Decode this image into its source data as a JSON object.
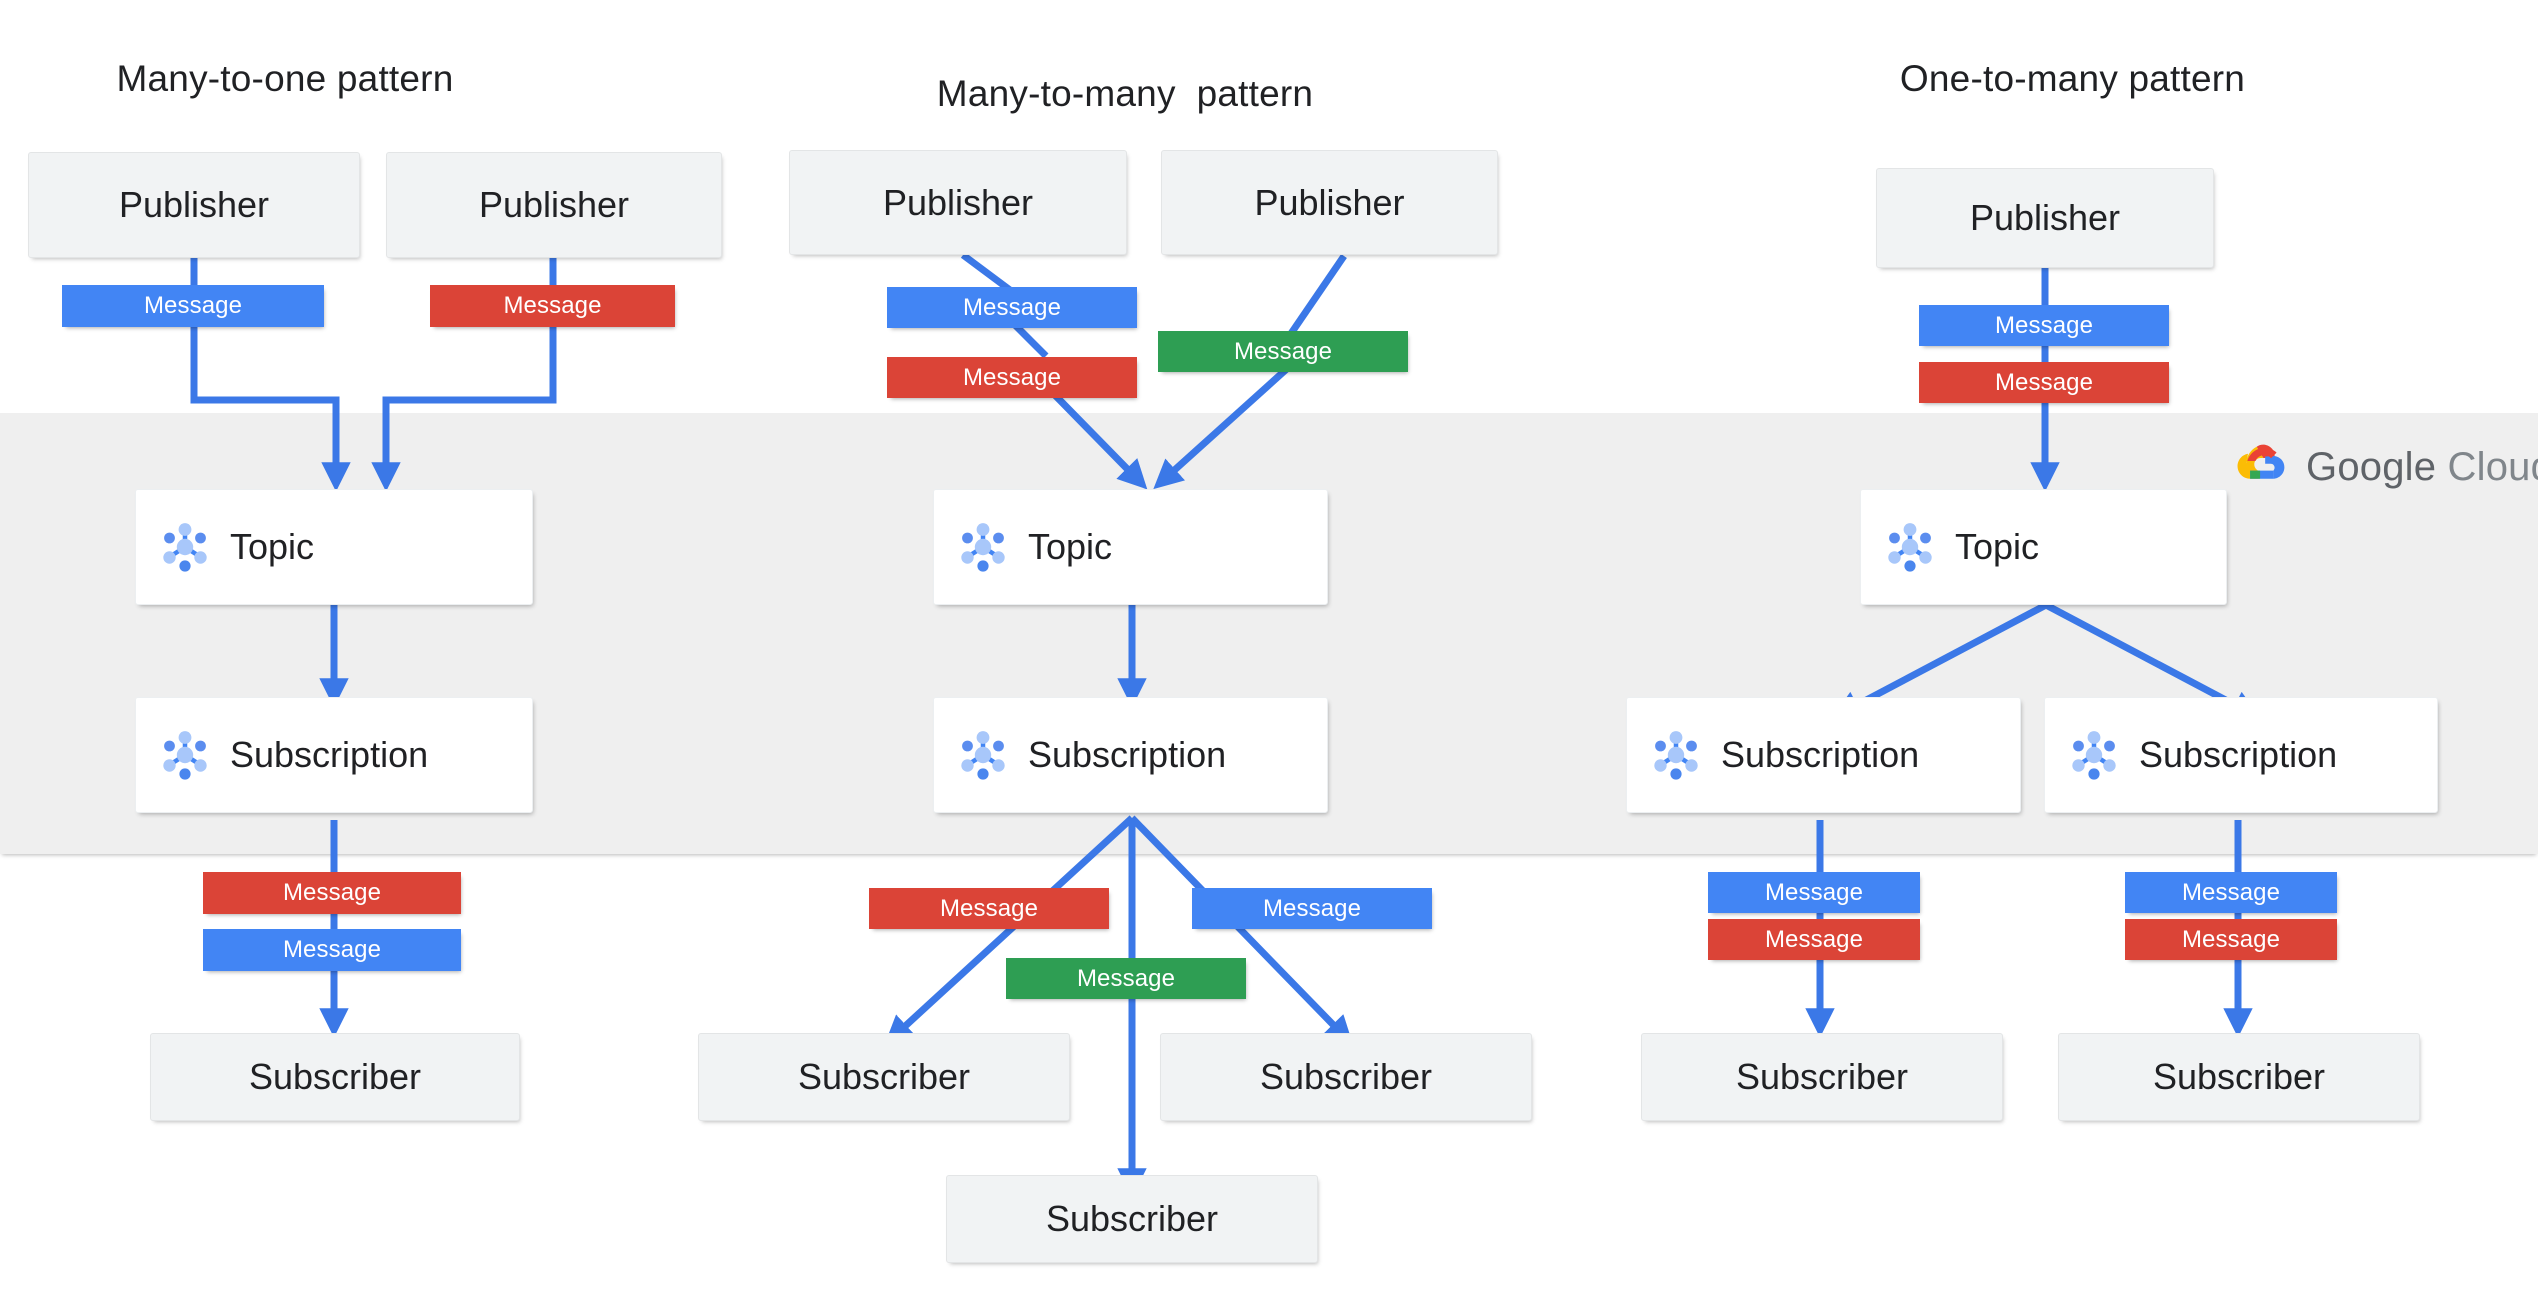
{
  "brand": {
    "logo_name": "google-cloud-logo",
    "word_mark_bold": "Google",
    "word_mark_light": "Cloud",
    "colors": {
      "blue": "#4285F4",
      "red": "#DB4437",
      "green": "#2E9E53",
      "yellow": "#F4B400",
      "band_gray": "#EFEFEF",
      "box_gray": "#F1F3F4",
      "text": "#202124"
    }
  },
  "columns": [
    {
      "key": "many_to_one",
      "title": "Many-to-one pattern",
      "publishers": [
        {
          "label": "Publisher"
        },
        {
          "label": "Publisher"
        }
      ],
      "publish_messages": [
        {
          "label": "Message",
          "color": "blue"
        },
        {
          "label": "Message",
          "color": "red"
        }
      ],
      "topic": {
        "label": "Topic",
        "icon": "pubsub-topic-icon"
      },
      "subscriptions": [
        {
          "label": "Subscription",
          "icon": "pubsub-subscription-icon"
        }
      ],
      "deliver_messages": [
        {
          "label": "Message",
          "color": "red"
        },
        {
          "label": "Message",
          "color": "blue"
        }
      ],
      "subscribers": [
        {
          "label": "Subscriber"
        }
      ]
    },
    {
      "key": "many_to_many",
      "title": "Many-to-many  pattern",
      "publishers": [
        {
          "label": "Publisher"
        },
        {
          "label": "Publisher"
        }
      ],
      "publish_messages": [
        {
          "label": "Message",
          "color": "blue"
        },
        {
          "label": "Message",
          "color": "red"
        },
        {
          "label": "Message",
          "color": "green"
        }
      ],
      "topic": {
        "label": "Topic",
        "icon": "pubsub-topic-icon"
      },
      "subscriptions": [
        {
          "label": "Subscription",
          "icon": "pubsub-subscription-icon"
        }
      ],
      "deliver_messages": [
        {
          "label": "Message",
          "color": "red"
        },
        {
          "label": "Message",
          "color": "blue"
        },
        {
          "label": "Message",
          "color": "green"
        }
      ],
      "subscribers": [
        {
          "label": "Subscriber"
        },
        {
          "label": "Subscriber"
        },
        {
          "label": "Subscriber"
        }
      ]
    },
    {
      "key": "one_to_many",
      "title": "One-to-many pattern",
      "publishers": [
        {
          "label": "Publisher"
        }
      ],
      "publish_messages": [
        {
          "label": "Message",
          "color": "blue"
        },
        {
          "label": "Message",
          "color": "red"
        }
      ],
      "topic": {
        "label": "Topic",
        "icon": "pubsub-topic-icon"
      },
      "subscriptions": [
        {
          "label": "Subscription",
          "icon": "pubsub-subscription-icon"
        },
        {
          "label": "Subscription",
          "icon": "pubsub-subscription-icon"
        }
      ],
      "deliver_messages": [
        {
          "label": "Message",
          "color": "blue"
        },
        {
          "label": "Message",
          "color": "red"
        },
        {
          "label": "Message",
          "color": "blue"
        },
        {
          "label": "Message",
          "color": "red"
        }
      ],
      "subscribers": [
        {
          "label": "Subscriber"
        },
        {
          "label": "Subscriber"
        }
      ]
    }
  ]
}
